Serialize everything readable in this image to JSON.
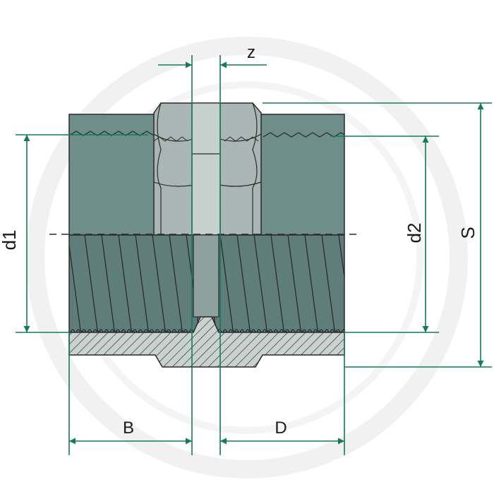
{
  "drawing": {
    "labels": {
      "z": "z",
      "d1": "d1",
      "d2": "d2",
      "S": "S",
      "B": "B",
      "D": "D"
    },
    "colors": {
      "body": "#6e8e8b",
      "body_dark": "#5f7e7b",
      "hex_face": "#a9b6b3",
      "hex_light": "#c6d0cd",
      "bore": "#8fa19e",
      "dimension": "#147a5a",
      "outline": "#2a2a2a",
      "watermark": "#f1f1f1"
    },
    "icons": {
      "watermark": "circular-watermark-logo"
    }
  }
}
